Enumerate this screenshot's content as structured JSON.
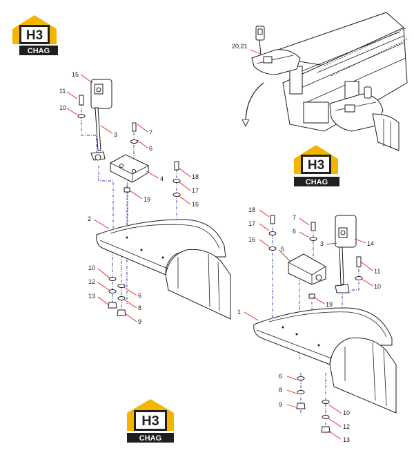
{
  "logos": [
    {
      "id": "top-left",
      "letters": "H3",
      "subtitle": "CHAG"
    },
    {
      "id": "middle-right",
      "letters": "H3",
      "subtitle": "CHAG"
    },
    {
      "id": "bottom-center",
      "letters": "H3",
      "subtitle": "CHAG"
    }
  ],
  "colors": {
    "logo_yellow": "#f4b400",
    "logo_dark": "#1f1f1f",
    "leader_red": "#e0201b",
    "centerline_blue": "#2a2aa8",
    "line": "#1a1a1a"
  },
  "callouts": {
    "inset": [
      "20,21"
    ],
    "left": [
      "15",
      "11",
      "10",
      "3",
      "7",
      "6",
      "4",
      "18",
      "17",
      "19",
      "16",
      "2",
      "10",
      "12",
      "13",
      "6",
      "8",
      "9"
    ],
    "right": [
      "18",
      "17",
      "16",
      "7",
      "6",
      "3",
      "14",
      "5",
      "11",
      "10",
      "19",
      "1",
      "6",
      "8",
      "9",
      "10",
      "12",
      "13"
    ]
  }
}
